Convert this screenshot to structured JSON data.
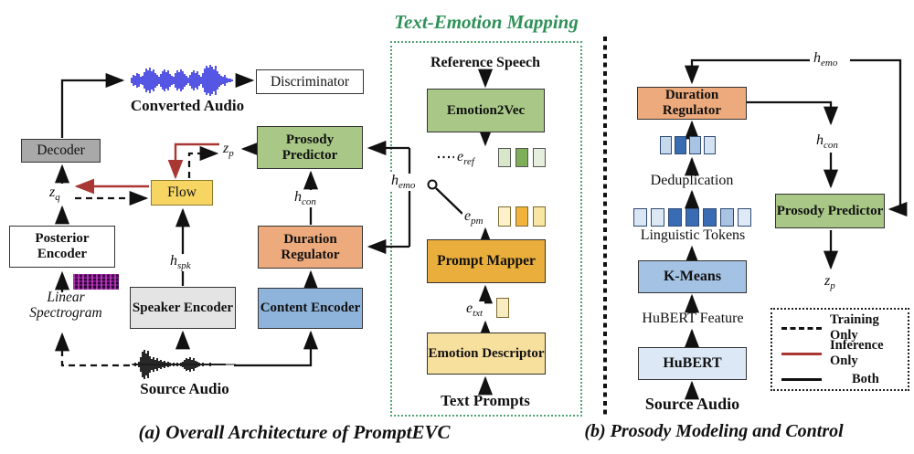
{
  "colors": {
    "green_box": "#a9c887",
    "orange_box": "#edaa7c",
    "blue_box": "#8fb4dc",
    "yellow_box": "#f6d563",
    "gold_box": "#eaae3c",
    "light_yellow_box": "#f7df9e",
    "gray_box": "#a9a9a9",
    "light_gray_box": "#e4e4e4",
    "kmeans_box": "#a4c2e3",
    "hubert_box": "#dce8f5",
    "accent_green": "#2f9158",
    "inference_red": "#a93834",
    "waveform_blue": "#3838e0"
  },
  "panel_a": {
    "caption": "(a) Overall Architecture of PromptEVC",
    "labels": {
      "converted_audio": "Converted Audio",
      "source_audio": "Source Audio",
      "linear_spectrogram": "Linear Spectrogram"
    },
    "boxes": {
      "decoder": "Decoder",
      "discriminator": "Discriminator",
      "posterior_encoder": "Posterior Encoder",
      "speaker_encoder": "Speaker Encoder",
      "flow": "Flow",
      "content_encoder": "Content Encoder",
      "duration_regulator": "Duration Regulator",
      "prosody_predictor": "Prosody Predictor"
    },
    "math": {
      "zq": {
        "base": "z",
        "sub": "q"
      },
      "zp": {
        "base": "z",
        "sub": "p"
      },
      "hspk": {
        "base": "h",
        "sub": "spk"
      },
      "hcon": {
        "base": "h",
        "sub": "con"
      },
      "hemo": {
        "base": "h",
        "sub": "emo"
      }
    }
  },
  "text_emotion_mapping": {
    "title": "Text-Emotion Mapping",
    "labels": {
      "reference_speech": "Reference Speech",
      "text_prompts": "Text Prompts"
    },
    "boxes": {
      "emotion2vec": "Emotion2Vec",
      "prompt_mapper": "Prompt Mapper",
      "emotion_descriptor": "Emotion Descriptor"
    },
    "math": {
      "eref": {
        "base": "e",
        "sub": "ref"
      },
      "epm": {
        "base": "e",
        "sub": "pm"
      },
      "etxt": {
        "base": "e",
        "sub": "txt"
      }
    },
    "eref_token_colors": [
      "#d8e6c9",
      "#7fae58",
      "#e6eedd"
    ],
    "epm_token_colors": [
      "#fdf2cc",
      "#f2b33c",
      "#f9e6a3"
    ],
    "etxt_token_colors": [
      "#f9ecc0"
    ]
  },
  "panel_b": {
    "caption": "(b) Prosody Modeling and Control",
    "boxes": {
      "duration_regulator": "Duration Regulator",
      "prosody_predictor": "Prosody Predictor",
      "kmeans": "K-Means",
      "hubert": "HuBERT"
    },
    "labels": {
      "deduplication": "Deduplication",
      "linguistic_tokens": "Linguistic Tokens",
      "hubert_feature": "HuBERT Feature",
      "source_audio": "Source Audio"
    },
    "math": {
      "hemo": {
        "base": "h",
        "sub": "emo"
      },
      "hcon": {
        "base": "h",
        "sub": "con"
      },
      "zp": {
        "base": "z",
        "sub": "p"
      }
    },
    "dedup_token_colors": [
      "#c6d8ec",
      "#3a6cb4",
      "#a9c4e2",
      "#d4e2f1"
    ],
    "linguistic_token_colors": [
      "#d9e6f3",
      "#dce9f5",
      "#3a6cb4",
      "#3a6cb4",
      "#3a6cb4",
      "#a9c4e2",
      "#dfeaf6"
    ]
  },
  "legend": {
    "training": "Training Only",
    "inference": "Inference Only",
    "both": "Both"
  }
}
